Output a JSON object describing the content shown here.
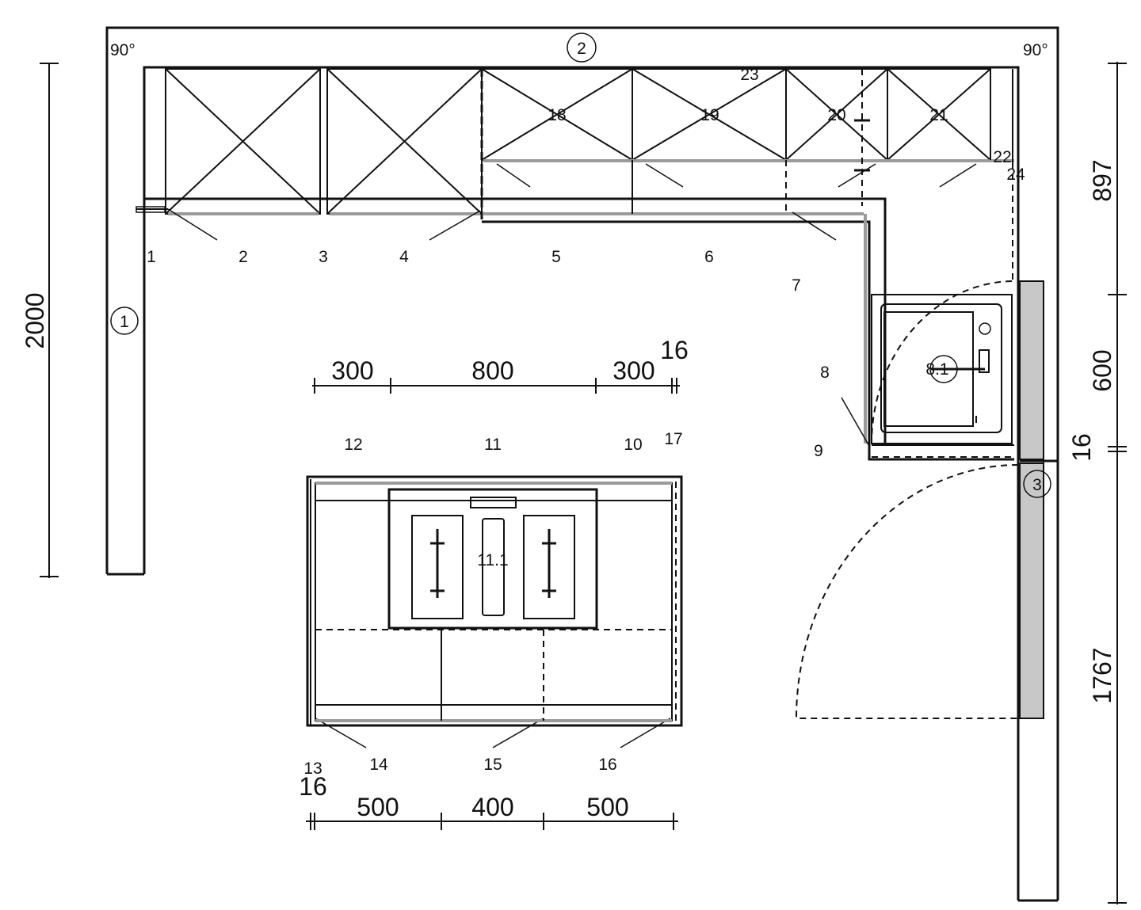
{
  "walls": {
    "wall_1_label": "1",
    "wall_2_label": "2",
    "wall_3_label": "3",
    "angle_left": "90°",
    "angle_right": "90°"
  },
  "dimensions": {
    "left_vertical": "2000",
    "right_top": "897",
    "right_middle": "600",
    "right_gap": "16",
    "right_bottom": "1767",
    "island_top": [
      "300",
      "800",
      "300"
    ],
    "island_top_end": "16",
    "island_bottom": [
      "500",
      "400",
      "500"
    ],
    "island_bottom_start": "16"
  },
  "labels": {
    "n1": "1",
    "n2": "2",
    "n3": "3",
    "n4": "4",
    "n5": "5",
    "n6": "6",
    "n7": "7",
    "n8": "8",
    "n8_1": "8.1",
    "n9": "9",
    "n10": "10",
    "n11": "11",
    "n11_1": "11.1",
    "n12": "12",
    "n13": "13",
    "n14": "14",
    "n15": "15",
    "n16": "16",
    "n17": "17",
    "n18": "18",
    "n19": "19",
    "n20": "20",
    "n21": "21",
    "n22": "22",
    "n23": "23",
    "n24": "24"
  }
}
